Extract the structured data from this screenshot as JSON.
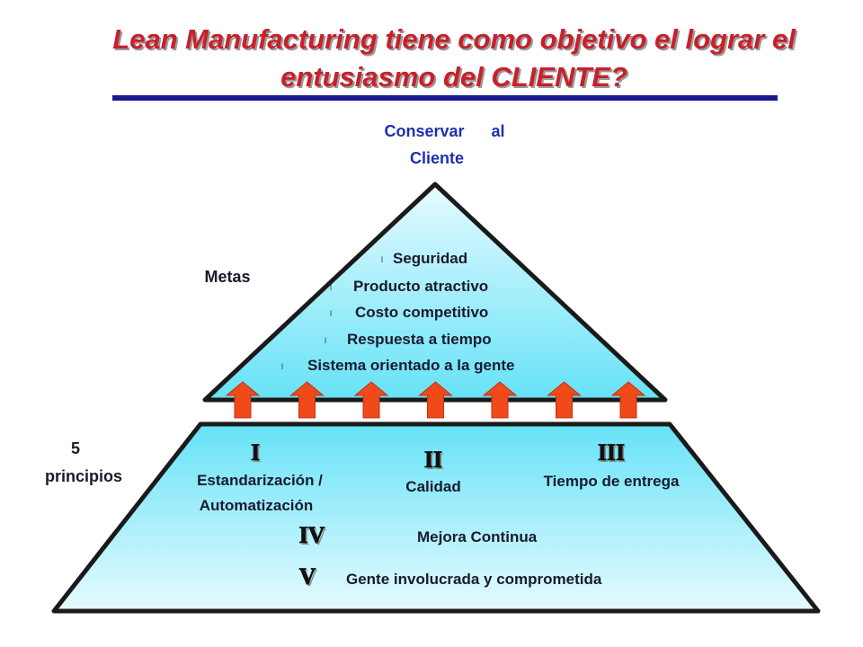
{
  "title": {
    "line1": "Lean Manufacturing tiene como objetivo el lograr el",
    "line2": "entusiasmo del CLIENTE?",
    "rule_color": "#1a1a8c",
    "color": "#c8202a"
  },
  "apex": {
    "line1_word1": "Conservar",
    "line1_word2": "al",
    "line2": "Cliente"
  },
  "metas_label": "Metas",
  "goals": [
    {
      "bullet": "l",
      "text": "Seguridad"
    },
    {
      "bullet": "l",
      "text": "Producto atractivo"
    },
    {
      "bullet": "l",
      "text": "Costo competitivo"
    },
    {
      "bullet": "l",
      "text": "Respuesta a tiempo"
    },
    {
      "bullet": "l",
      "text": "Sistema orientado a la gente"
    }
  ],
  "arrow_color": "#f04a1a",
  "arrow_count": 7,
  "principles_label": {
    "line1": "5",
    "line2": "principios"
  },
  "principles": [
    {
      "numeral": "I",
      "line1": "Estandarización /",
      "line2": "Automatización"
    },
    {
      "numeral": "II",
      "line1": "Calidad",
      "line2": ""
    },
    {
      "numeral": "III",
      "line1": "Tiempo de entrega",
      "line2": ""
    },
    {
      "numeral": "IV",
      "line1": "Mejora Continua",
      "line2": ""
    },
    {
      "numeral": "V",
      "line1": "Gente involucrada y comprometida",
      "line2": ""
    }
  ],
  "colors": {
    "fill_light": "#e6fbff",
    "fill_dark": "#66e2f7",
    "outline": "#1a1a1a"
  }
}
